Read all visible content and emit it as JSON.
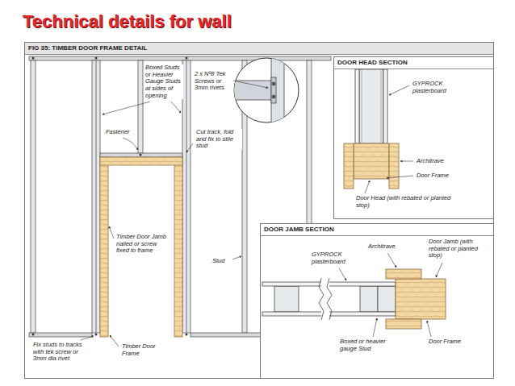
{
  "diagram": {
    "title": "Technical details for wall",
    "nodes": [
      {
        "text": [
          "FIG 35: TIMBER DOOR FRAME DETAIL"
        ]
      },
      {
        "text": [
          "DOOR HEAD SECTION"
        ],
        "in": 0
      },
      {
        "text": [
          "DOOR JAMB SECTION"
        ],
        "in": 0
      }
    ],
    "labels": [
      "Boxed Studs or Heavier Gauge Studs at sides of opening",
      "Fastener",
      "2 x Nº8 Tek Screws or 3mm rivets",
      "Cut track, fold and fix to stile stud",
      "Timber Door Jamb nailed or screw fixed to frame",
      "Stud",
      "Fix studs to tracks with tek screw or 3mm dia rivet",
      "Timber Door Frame",
      "GYPROCK plasterboard",
      "Architrave",
      "Door Frame",
      "Door Head (with rebated or planted stop)",
      "GYPROCK plasterboard",
      "Architrave",
      "Door Jamb (with rebated or planted stop)",
      "Boxed or heavier gauge Stud",
      "Door Frame"
    ]
  }
}
